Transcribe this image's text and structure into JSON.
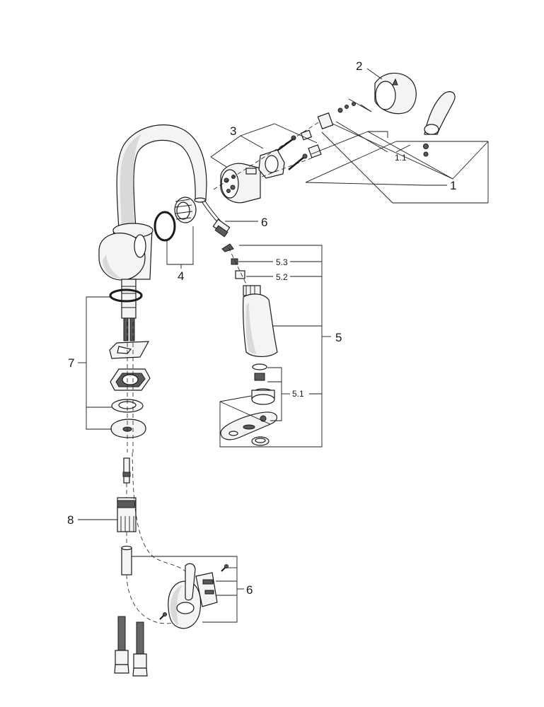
{
  "labels": {
    "l1": "1",
    "l1_1": "1.1",
    "l2": "2",
    "l3": "3",
    "l4": "4",
    "l5": "5",
    "l5_1": "5.1",
    "l5_2": "5.2",
    "l5_3": "5.3",
    "l6a": "6",
    "l6b": "6",
    "l7": "7",
    "l8": "8"
  }
}
